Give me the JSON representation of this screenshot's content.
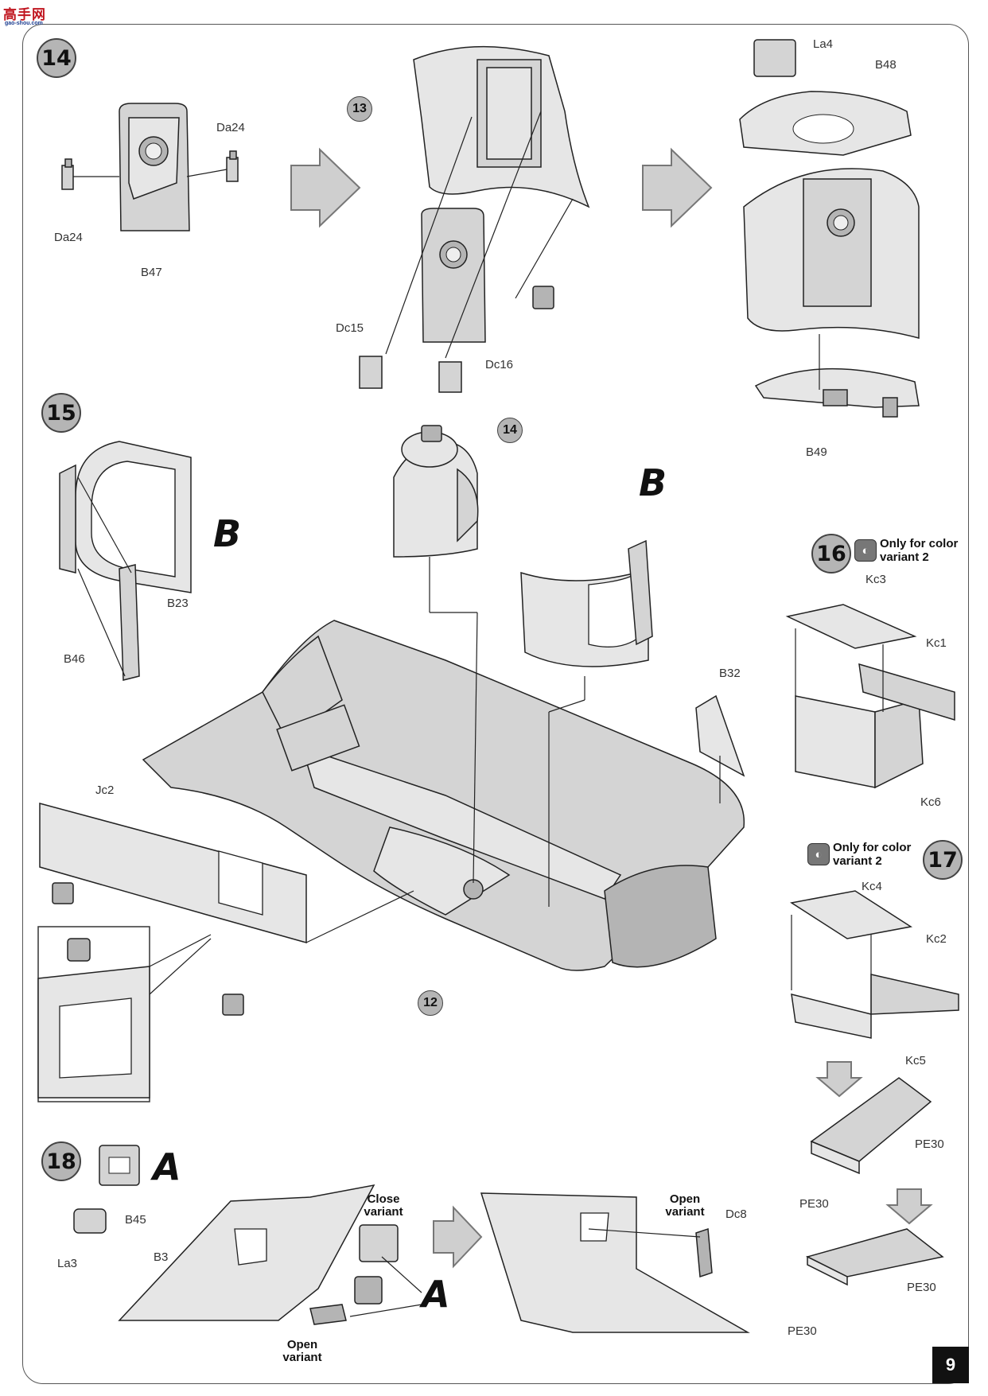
{
  "logo": {
    "text": "高手网",
    "sub": "gao-shou.com"
  },
  "steps": [
    "14",
    "15",
    "16",
    "17",
    "18"
  ],
  "sub_assemblies": [
    "13",
    "14",
    "12"
  ],
  "callouts": {
    "s14": {
      "da24_right": "Da24",
      "da24_left": "Da24",
      "b47": "B47",
      "dc15": "Dc15",
      "dc16": "Dc16",
      "la4": "La4",
      "b48": "B48",
      "b49": "B49"
    },
    "s15": {
      "b23": "B23",
      "b46": "B46",
      "b32": "B32",
      "jc2": "Jc2"
    },
    "s16": {
      "kc3": "Kc3",
      "kc1": "Kc1",
      "kc6": "Kc6"
    },
    "s17": {
      "kc4": "Kc4",
      "kc2": "Kc2",
      "kc5": "Kc5",
      "pe30_a": "PE30",
      "pe30_b": "PE30",
      "pe30_c": "PE30",
      "pe30_d": "PE30"
    },
    "s18": {
      "b45": "B45",
      "la3": "La3",
      "b3": "B3",
      "dc8": "Dc8"
    }
  },
  "letters": {
    "b1": "B",
    "b2": "B",
    "a1": "A",
    "a2": "A"
  },
  "notes": {
    "s16": "Only for color variant 2",
    "s17": "Only for color variant 2"
  },
  "variants": {
    "close": "Close variant",
    "open_bottom": "Open variant",
    "open_right": "Open variant"
  },
  "page_number": "9"
}
